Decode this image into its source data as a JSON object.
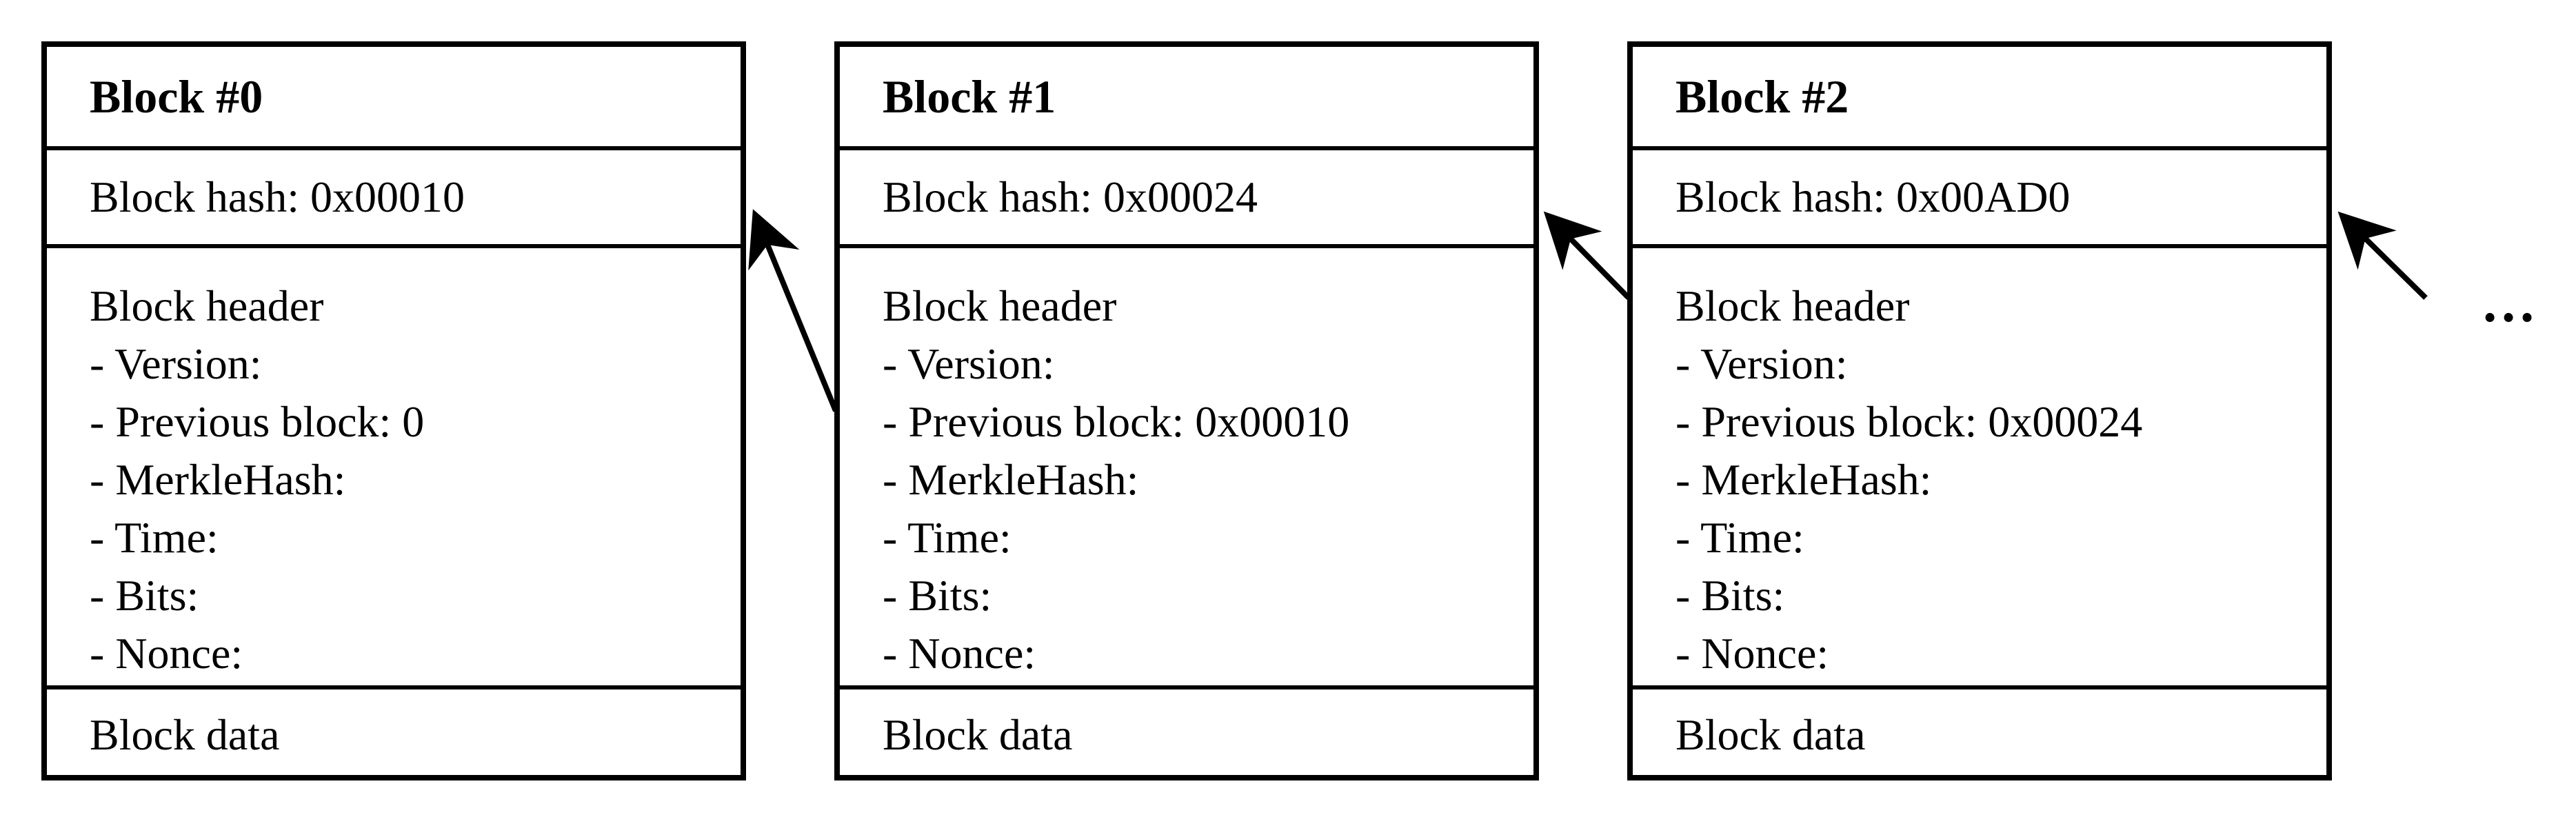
{
  "blocks": [
    {
      "title": "Block #0",
      "hash_line": "Block hash: 0x00010",
      "header_label": "Block header",
      "fields": [
        "- Version:",
        "- Previous block: 0",
        "- MerkleHash:",
        "- Time:",
        "- Bits:",
        "- Nonce:"
      ],
      "data_label": "Block data"
    },
    {
      "title": "Block #1",
      "hash_line": "Block hash: 0x00024",
      "header_label": "Block header",
      "fields": [
        "- Version:",
        "- Previous block: 0x00010",
        "- MerkleHash:",
        "- Time:",
        "- Bits:",
        "- Nonce:"
      ],
      "data_label": "Block data"
    },
    {
      "title": "Block #2",
      "hash_line": "Block hash: 0x00AD0",
      "header_label": "Block header",
      "fields": [
        "- Version:",
        "- Previous block: 0x00024",
        "- MerkleHash:",
        "- Time:",
        "- Bits:",
        "- Nonce:"
      ],
      "data_label": "Block data"
    }
  ],
  "continuation": "…",
  "colors": {
    "stroke": "#000000",
    "background": "#ffffff"
  }
}
